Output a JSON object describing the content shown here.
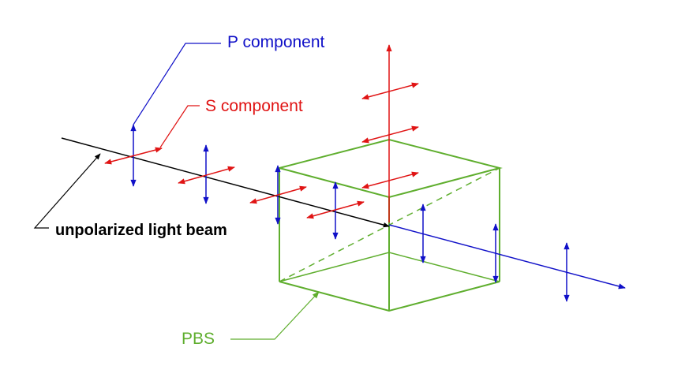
{
  "labels": {
    "p_component": "P component",
    "s_component": "S component",
    "unpolarized": "unpolarized light beam",
    "pbs": "PBS"
  },
  "colors": {
    "p": "#1010c8",
    "s": "#e01414",
    "pbs": "#5fae2e",
    "beam": "#000000"
  },
  "icons": {
    "arrowhead": "filled-triangle-arrowhead",
    "double_arrow": "double-headed-arrow"
  }
}
